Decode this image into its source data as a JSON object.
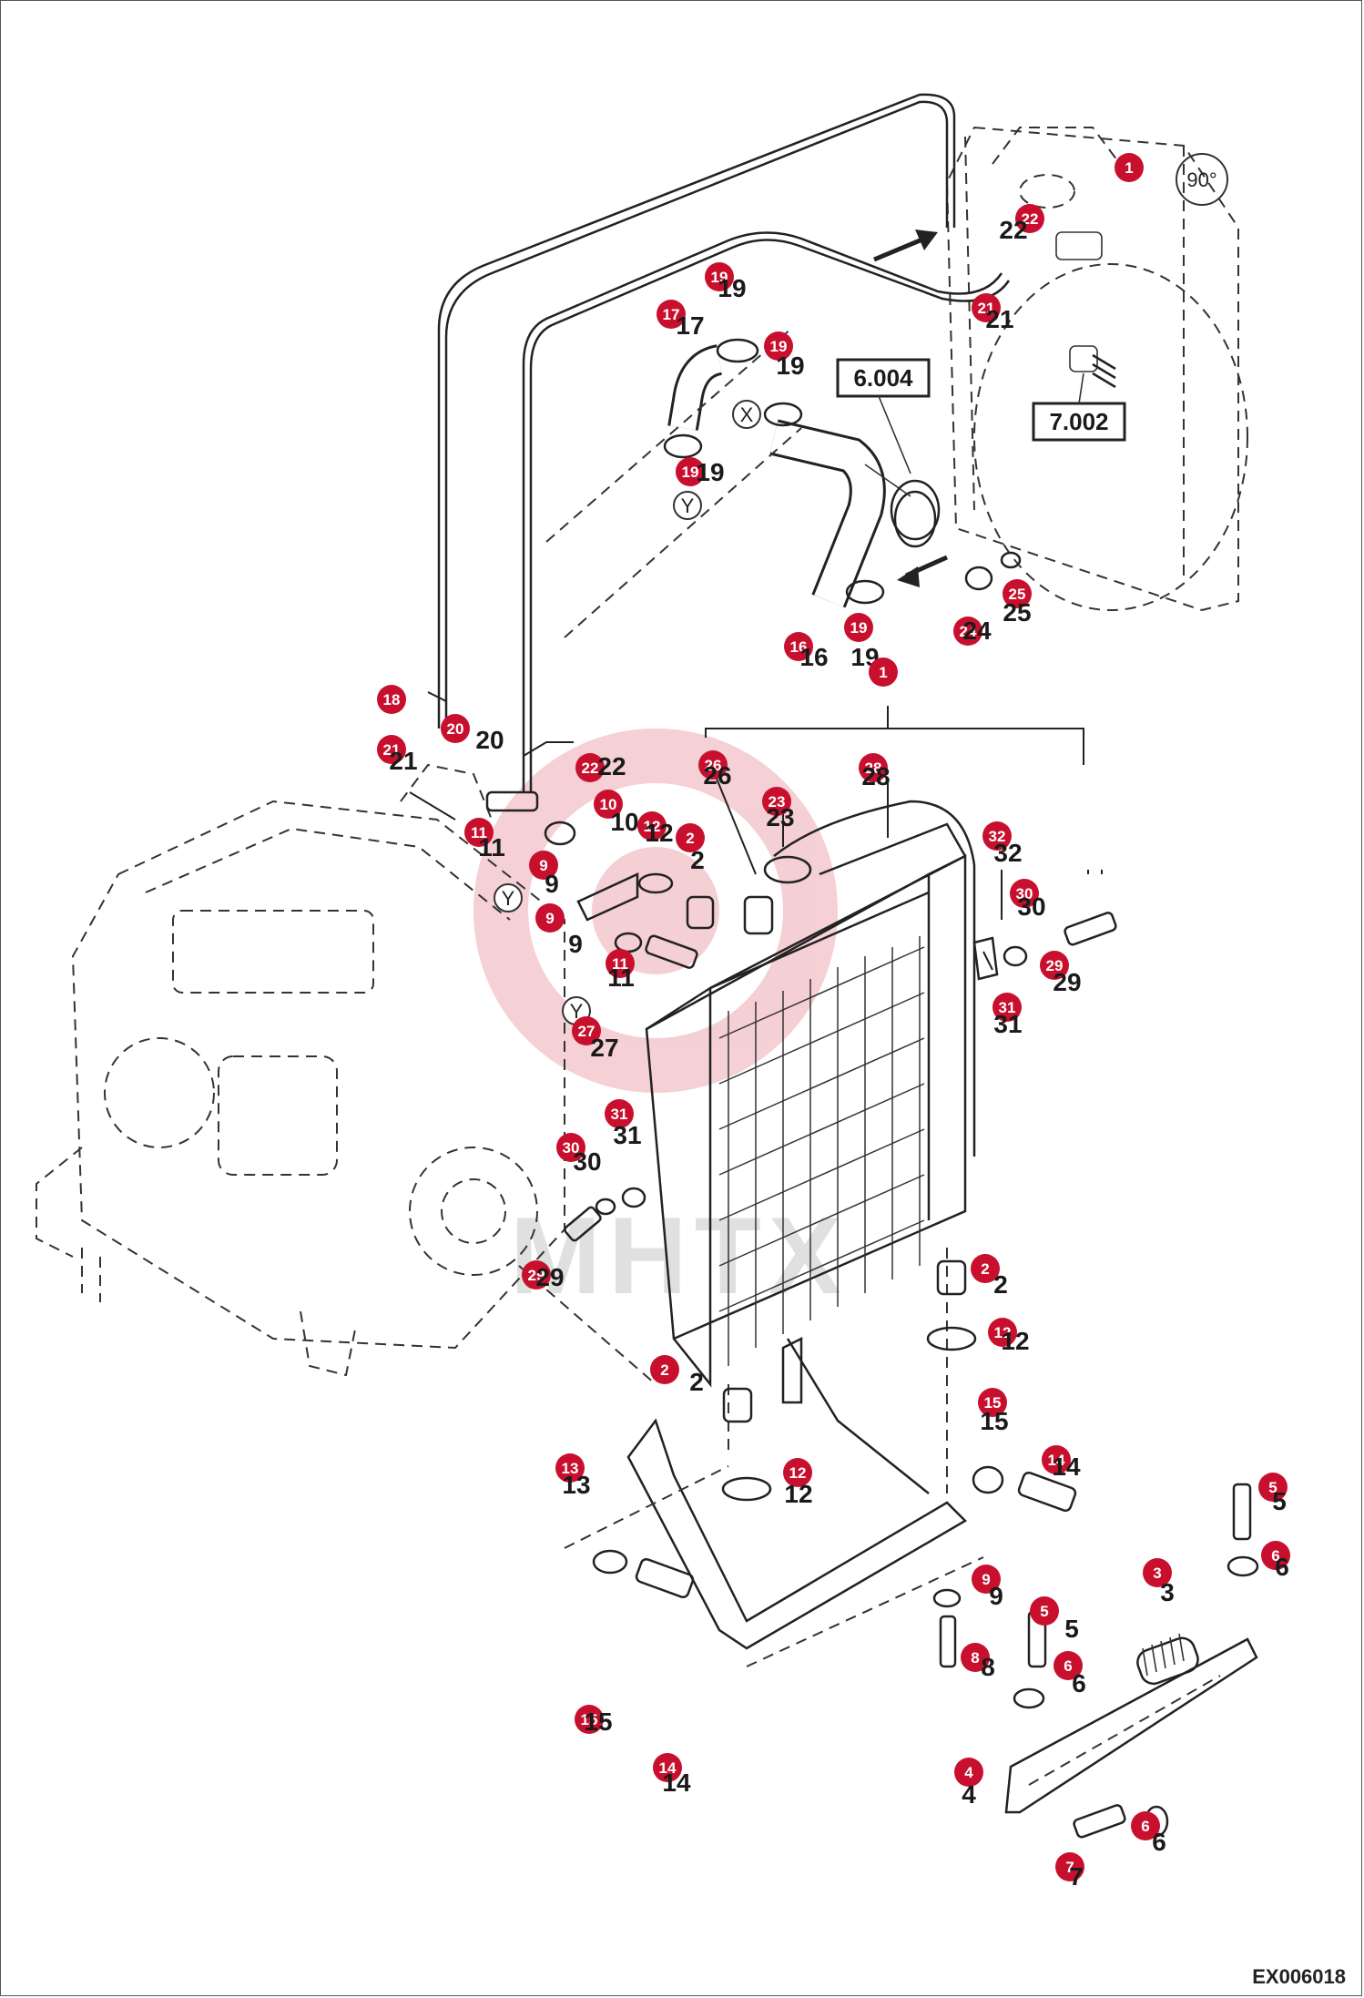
{
  "diagram": {
    "drawing_code": "EX006018",
    "watermark": "MHTX",
    "rotation_note": "90°",
    "ref_boxes": [
      "6.004",
      "7.002"
    ],
    "view_markers": [
      "X",
      "Y"
    ],
    "badge_color": "#c8102e",
    "callouts": [
      {
        "n": "1"
      },
      {
        "n": "22"
      },
      {
        "n": "22"
      },
      {
        "n": "19"
      },
      {
        "n": "19"
      },
      {
        "n": "17"
      },
      {
        "n": "17"
      },
      {
        "n": "19"
      },
      {
        "n": "19"
      },
      {
        "n": "21"
      },
      {
        "n": "21"
      },
      {
        "n": "19"
      },
      {
        "n": "19"
      },
      {
        "n": "25"
      },
      {
        "n": "25"
      },
      {
        "n": "24"
      },
      {
        "n": "24"
      },
      {
        "n": "19"
      },
      {
        "n": "19"
      },
      {
        "n": "16"
      },
      {
        "n": "16"
      },
      {
        "n": "1"
      },
      {
        "n": "18"
      },
      {
        "n": "20"
      },
      {
        "n": "20"
      },
      {
        "n": "21"
      },
      {
        "n": "21"
      },
      {
        "n": "22"
      },
      {
        "n": "22"
      },
      {
        "n": "26"
      },
      {
        "n": "26"
      },
      {
        "n": "28"
      },
      {
        "n": "28"
      },
      {
        "n": "23"
      },
      {
        "n": "23"
      },
      {
        "n": "10"
      },
      {
        "n": "10"
      },
      {
        "n": "12"
      },
      {
        "n": "12"
      },
      {
        "n": "2"
      },
      {
        "n": "2"
      },
      {
        "n": "11"
      },
      {
        "n": "11"
      },
      {
        "n": "9"
      },
      {
        "n": "9"
      },
      {
        "n": "9"
      },
      {
        "n": "9"
      },
      {
        "n": "11"
      },
      {
        "n": "11"
      },
      {
        "n": "32"
      },
      {
        "n": "32"
      },
      {
        "n": "30"
      },
      {
        "n": "30"
      },
      {
        "n": "29"
      },
      {
        "n": "29"
      },
      {
        "n": "31"
      },
      {
        "n": "31"
      },
      {
        "n": "27"
      },
      {
        "n": "27"
      },
      {
        "n": "31"
      },
      {
        "n": "31"
      },
      {
        "n": "30"
      },
      {
        "n": "30"
      },
      {
        "n": "29"
      },
      {
        "n": "29"
      },
      {
        "n": "2"
      },
      {
        "n": "2"
      },
      {
        "n": "12"
      },
      {
        "n": "12"
      },
      {
        "n": "2"
      },
      {
        "n": "2"
      },
      {
        "n": "15"
      },
      {
        "n": "15"
      },
      {
        "n": "14"
      },
      {
        "n": "14"
      },
      {
        "n": "13"
      },
      {
        "n": "13"
      },
      {
        "n": "12"
      },
      {
        "n": "12"
      },
      {
        "n": "5"
      },
      {
        "n": "5"
      },
      {
        "n": "6"
      },
      {
        "n": "6"
      },
      {
        "n": "3"
      },
      {
        "n": "3"
      },
      {
        "n": "9"
      },
      {
        "n": "9"
      },
      {
        "n": "5"
      },
      {
        "n": "5"
      },
      {
        "n": "8"
      },
      {
        "n": "8"
      },
      {
        "n": "6"
      },
      {
        "n": "6"
      },
      {
        "n": "15"
      },
      {
        "n": "15"
      },
      {
        "n": "14"
      },
      {
        "n": "14"
      },
      {
        "n": "4"
      },
      {
        "n": "4"
      },
      {
        "n": "6"
      },
      {
        "n": "6"
      },
      {
        "n": "7"
      },
      {
        "n": "7"
      }
    ]
  }
}
